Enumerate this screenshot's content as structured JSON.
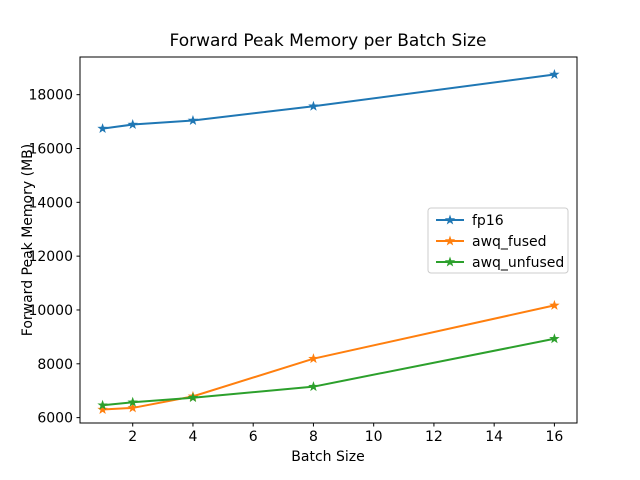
{
  "window": {
    "background": "#ffffff"
  },
  "chart_data": {
    "type": "line",
    "title": "Forward Peak Memory per Batch Size",
    "xlabel": "Batch Size",
    "ylabel": "Forward Peak Memory (MB)",
    "x": [
      1,
      2,
      4,
      8,
      16
    ],
    "series": [
      {
        "name": "fp16",
        "color": "#1f77b4",
        "values": [
          16740,
          16890,
          17040,
          17570,
          18750
        ]
      },
      {
        "name": "awq_fused",
        "color": "#ff7f0e",
        "values": [
          6300,
          6360,
          6790,
          8190,
          10170
        ]
      },
      {
        "name": "awq_unfused",
        "color": "#2ca02c",
        "values": [
          6460,
          6570,
          6740,
          7150,
          8930
        ]
      }
    ],
    "marker": "star",
    "xticks": [
      2,
      4,
      6,
      8,
      10,
      12,
      14,
      16
    ],
    "yticks": [
      6000,
      8000,
      10000,
      12000,
      14000,
      16000,
      18000
    ],
    "xlim": [
      0.25,
      16.75
    ],
    "ylim": [
      5800,
      19400
    ],
    "grid": false,
    "legend": {
      "position": "center-right",
      "frame": true,
      "entries": [
        "fp16",
        "awq_fused",
        "awq_unfused"
      ]
    },
    "axis_color": "#000000",
    "legend_border_color": "#cccccc"
  }
}
